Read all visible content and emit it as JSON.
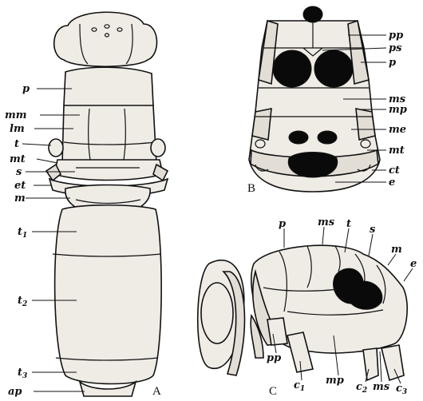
{
  "figure": {
    "panels": {
      "a": "A",
      "b": "B",
      "c": "C"
    },
    "labels_a": {
      "p": "p",
      "mm": "mm",
      "lm": "lm",
      "t": "t",
      "mt": "mt",
      "s": "s",
      "et": "et",
      "m": "m",
      "t1": "t",
      "t1_sub": "1",
      "t2": "t",
      "t2_sub": "2",
      "t3": "t",
      "t3_sub": "3",
      "ap": "ap"
    },
    "labels_b": {
      "pp": "pp",
      "ps": "ps",
      "p": "p",
      "ms": "ms",
      "mp": "mp",
      "me": "me",
      "mt": "mt",
      "ct": "ct",
      "e": "e"
    },
    "labels_c": {
      "p": "p",
      "ms_top": "ms",
      "t": "t",
      "s": "s",
      "m": "m",
      "e": "e",
      "pp": "pp",
      "c1": "c",
      "c1_sub": "1",
      "mp": "mp",
      "c2": "c",
      "c2_sub": "2",
      "ms_bottom": "ms",
      "c3": "c",
      "c3_sub": "3"
    }
  }
}
